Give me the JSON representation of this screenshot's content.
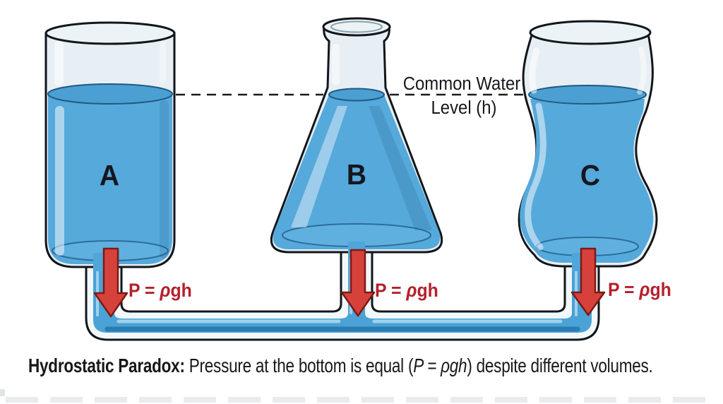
{
  "figure": {
    "title_caption": {
      "lead": "Hydrostatic Paradox:",
      "middle": " Pressure at the bottom is equal (",
      "formula": "P = ρgh",
      "tail": ") despite different volumes."
    },
    "water_level_label": {
      "line1": "Common Water",
      "line2": "Level (h)"
    },
    "vessels": [
      {
        "label": "A",
        "shape": "cylinder"
      },
      {
        "label": "B",
        "shape": "erlenmeyer-flask"
      },
      {
        "label": "C",
        "shape": "wavy-vessel"
      }
    ],
    "pressure_formula": {
      "p_eq": "P = ",
      "rho": "ρ",
      "gh": "gh"
    },
    "colors": {
      "water_blue": "#56a9db",
      "water_surface_blue": "#4c9fd2",
      "tube_water_blue": "#4aa2d6",
      "glass_tint": "#e7eff4",
      "outline_black": "#12161b",
      "arrow_red": "#d6423b",
      "arrow_outline_red": "#7d1a15",
      "formula_red": "#b5202c",
      "label_black": "#16161f"
    }
  }
}
